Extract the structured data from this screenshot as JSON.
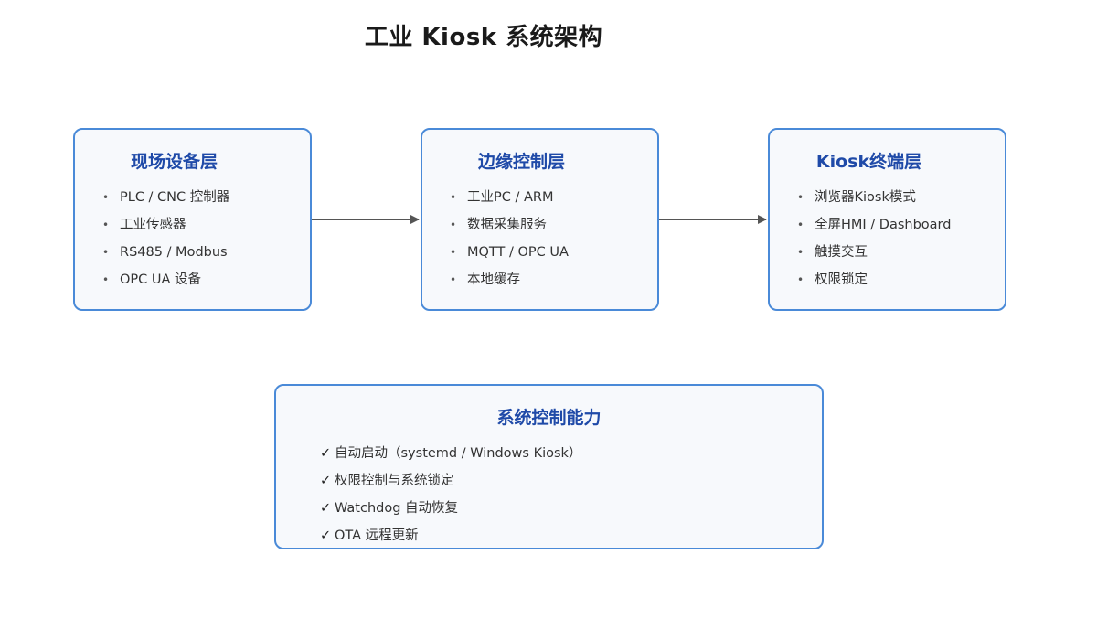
{
  "title": "工业 Kiosk 系统架构",
  "layers": [
    {
      "title": "现场设备层",
      "items": [
        "PLC / CNC 控制器",
        "工业传感器",
        "RS485 / Modbus",
        "OPC UA 设备"
      ]
    },
    {
      "title": "边缘控制层",
      "items": [
        "工业PC / ARM",
        "数据采集服务",
        "MQTT / OPC UA",
        "本地缓存"
      ]
    },
    {
      "title": "Kiosk终端层",
      "items": [
        "浏览器Kiosk模式",
        "全屏HMI / Dashboard",
        "触摸交互",
        "权限锁定"
      ]
    }
  ],
  "bullet_glyph": "•",
  "capabilities": {
    "title": "系统控制能力",
    "check_glyph": "✓",
    "items": [
      "自动启动（systemd / Windows Kiosk）",
      "权限控制与系统锁定",
      "Watchdog 自动恢复",
      "OTA 远程更新"
    ]
  },
  "colors": {
    "box_border": "#4a8ad8",
    "box_fill": "#f7f9fc",
    "heading": "#1f4aa8",
    "arrow": "#555555"
  }
}
